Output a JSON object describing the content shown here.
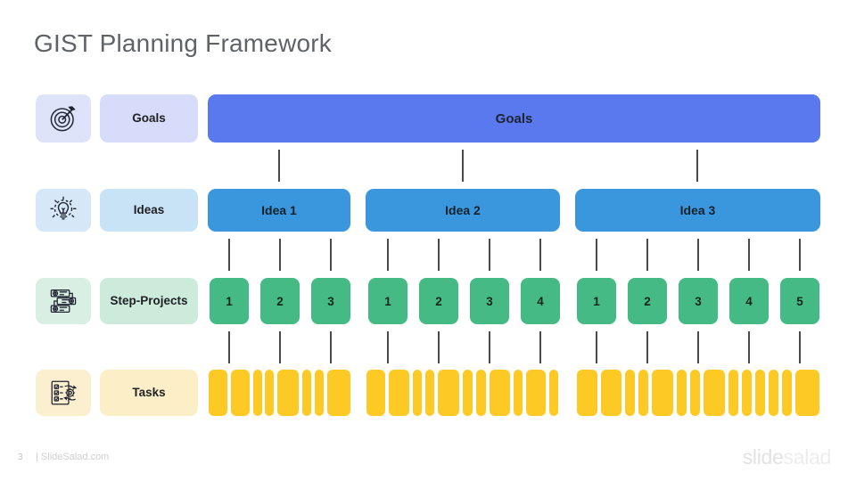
{
  "slide": {
    "title": "GIST Planning Framework",
    "background": "#ffffff"
  },
  "rows": [
    {
      "key": "goals",
      "icon": "target-icon",
      "label": "Goals",
      "icon_bg": "#dfe3f9",
      "label_bg": "#d7dcfa",
      "bar_color": "#5b79ee"
    },
    {
      "key": "ideas",
      "icon": "lightbulb-gear-icon",
      "label": "Ideas",
      "icon_bg": "#d6e8f7",
      "label_bg": "#c9e3f6",
      "bar_color": "#3b97dd"
    },
    {
      "key": "steps",
      "icon": "process-list-gear-icon",
      "label": "Step-Projects",
      "label_line1": "Step-",
      "label_line2": "Projects",
      "icon_bg": "#d9efe3",
      "label_bg": "#ccebdb",
      "bar_color": "#45ba84"
    },
    {
      "key": "tasks",
      "icon": "checklist-gear-icon",
      "label": "Tasks",
      "icon_bg": "#fbefcf",
      "label_bg": "#fcefc8",
      "bar_color": "#fdc925"
    }
  ],
  "goals_bar": {
    "label": "Goals"
  },
  "ideas": [
    {
      "label": "Idea 1",
      "steps": [
        "1",
        "2",
        "3"
      ]
    },
    {
      "label": "Idea 2",
      "steps": [
        "1",
        "2",
        "3",
        "4"
      ]
    },
    {
      "label": "Idea 3",
      "steps": [
        "1",
        "2",
        "3",
        "4",
        "5"
      ]
    }
  ],
  "connector_color": "#4a4a4a",
  "footer": {
    "page_number": "3",
    "site": "| SlideSalad.com",
    "brand_part1": "slide",
    "brand_part2": "salad"
  }
}
